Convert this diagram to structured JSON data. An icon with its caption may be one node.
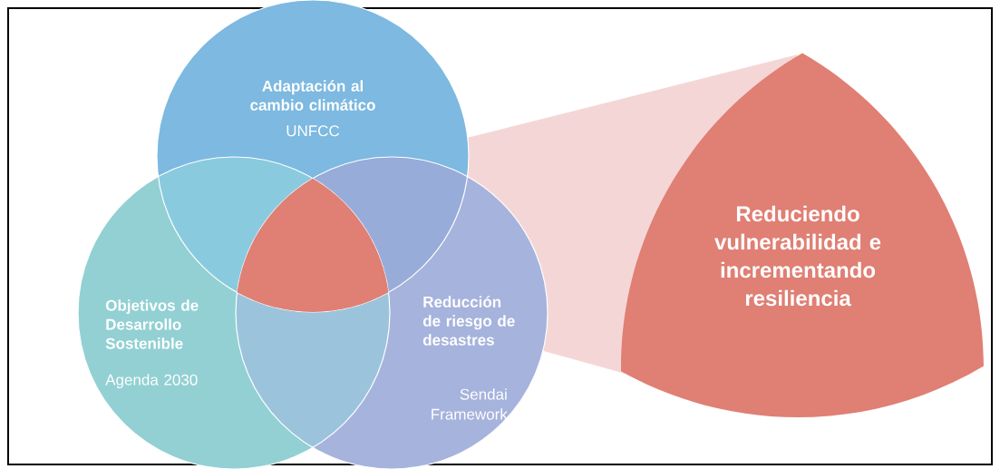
{
  "diagram": {
    "nodes": [
      {
        "text": [
          "Adaptación al cambio climático",
          "UNFCC"
        ]
      },
      {
        "text": [
          "Objetivos de Desarrollo Sostenible",
          "Agenda 2030"
        ]
      },
      {
        "text": [
          "Reducción de riesgo de desastres",
          "Sendai Framework"
        ]
      },
      {
        "text": [],
        "shape": "triangle"
      },
      {
        "text": [
          "Reduciendo vulnerabilidad e incrementando resiliencia"
        ]
      }
    ]
  }
}
